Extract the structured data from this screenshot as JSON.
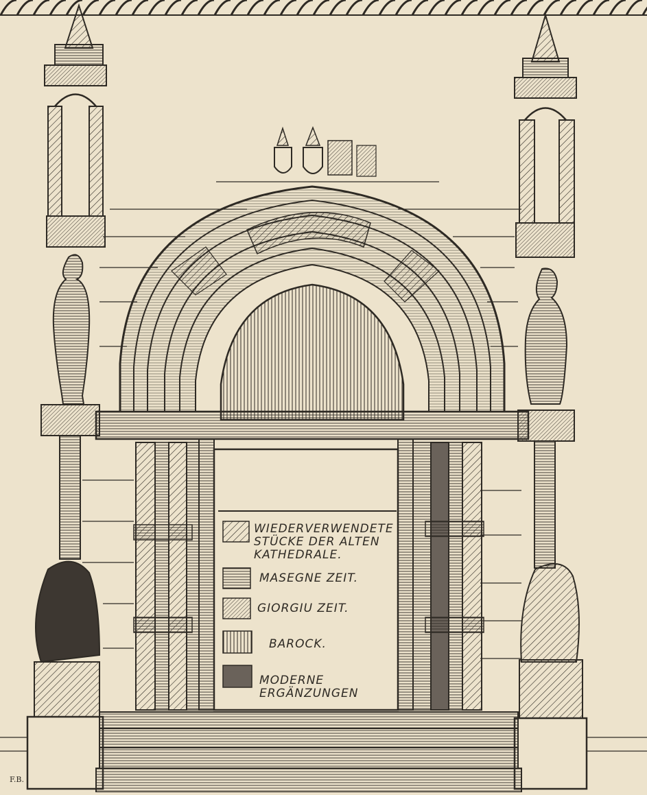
{
  "legend": {
    "items": [
      {
        "key": "reused",
        "label": "WIEDERVERWENDETE\nSTÜCKE DER ALTEN\nKATHEDRALE.",
        "pattern": "hatch-diagonal"
      },
      {
        "key": "masegne",
        "label": "MASEGNE ZEIT.",
        "pattern": "hatch-horizontal"
      },
      {
        "key": "giorgiu",
        "label": "GIORGIU ZEIT.",
        "pattern": "hatch-diagonal-fine"
      },
      {
        "key": "barock",
        "label": "BAROCK.",
        "pattern": "hatch-vertical"
      },
      {
        "key": "moderne",
        "label": "MODERNE\nERGÄNZUNGEN",
        "pattern": "solid-dark"
      }
    ]
  },
  "colors": {
    "paper": "#ede3cc",
    "ink": "#2e2a24",
    "modern_fill": "#6a625a"
  },
  "signature": "F.B."
}
